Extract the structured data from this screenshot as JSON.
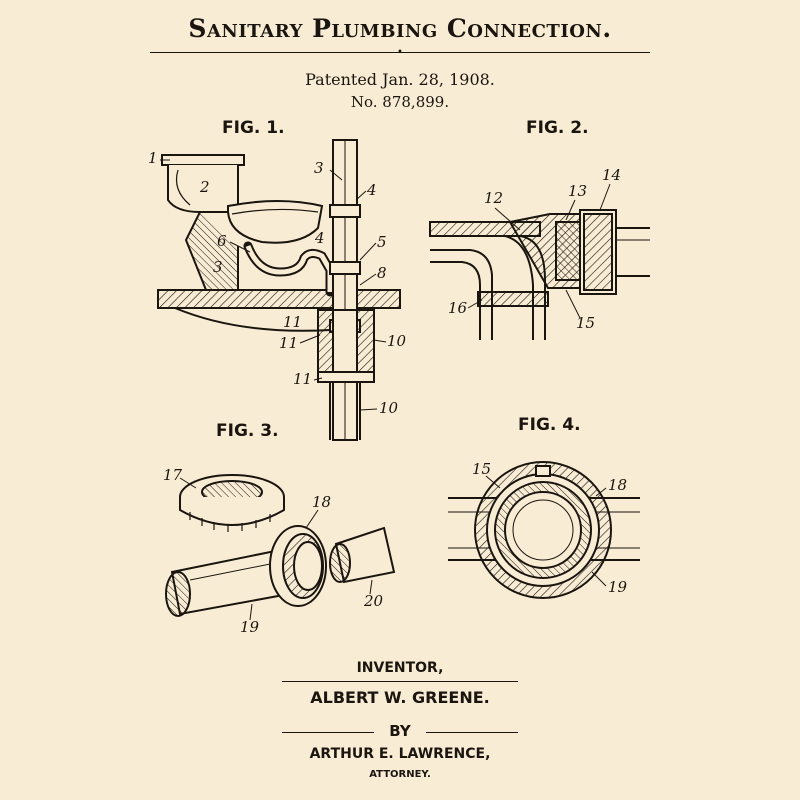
{
  "header": {
    "title": "Sanitary Plumbing Connection.",
    "patented": "Patented Jan. 28, 1908.",
    "number": "No. 878,899."
  },
  "figures": {
    "fig1": "FIG. 1.",
    "fig2": "FIG. 2.",
    "fig3": "FIG. 3.",
    "fig4": "FIG. 4."
  },
  "callouts": {
    "fig1": [
      "1",
      "2",
      "3",
      "4",
      "6",
      "4",
      "5",
      "3",
      "8",
      "11",
      "11",
      "10",
      "11",
      "10"
    ],
    "fig2": [
      "12",
      "13",
      "14",
      "16",
      "15"
    ],
    "fig3": [
      "17",
      "18",
      "19",
      "20"
    ],
    "fig4": [
      "15",
      "18",
      "19"
    ]
  },
  "credits": {
    "inventor_label": "INVENTOR,",
    "inventor_name": "ALBERT W. GREENE.",
    "by_label": "BY",
    "attorney_name": "ARTHUR E. LAWRENCE,",
    "attorney_label": "ATTORNEY."
  },
  "colors": {
    "paper": "#f8ecd4",
    "ink": "#1b1510"
  }
}
